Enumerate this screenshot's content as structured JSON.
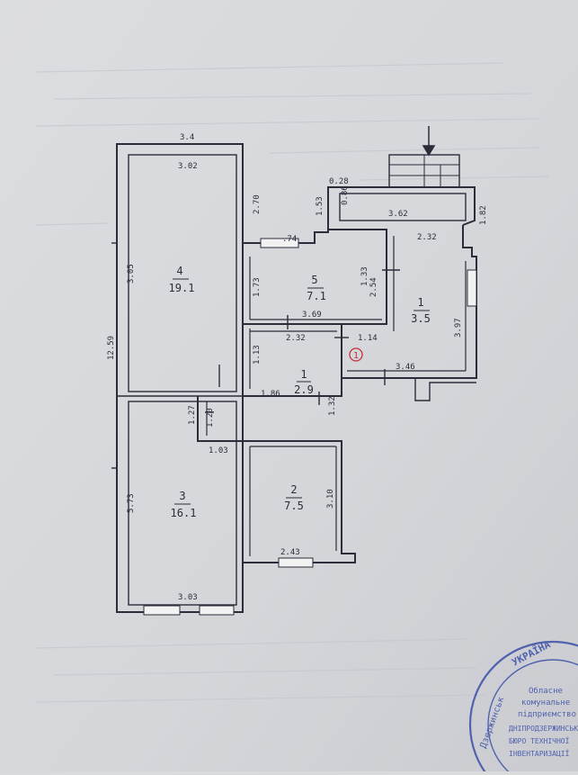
{
  "plan": {
    "rooms": [
      {
        "id": "r4",
        "number": "4",
        "area": "19.1"
      },
      {
        "id": "r5",
        "number": "5",
        "area": "7.1"
      },
      {
        "id": "r1big",
        "number": "1",
        "area": "3.5"
      },
      {
        "id": "r1hall",
        "number": "1",
        "area": "2.9"
      },
      {
        "id": "r3",
        "number": "3",
        "area": "16.1"
      },
      {
        "id": "r2",
        "number": "2",
        "area": "7.5"
      }
    ],
    "dimensions": {
      "top_outer": "3.4",
      "top_inner": "3.02",
      "left_total": "12.59",
      "r4_height": "3.05",
      "r4_right_top": "2.70",
      "r3_bottom": "3.03",
      "r3_height": "5.73",
      "r5_top": ".74",
      "r5_left": "1.73",
      "r5_width": "3.69",
      "r5_right": "1.33",
      "r5_right2": "2.54",
      "hall_width": "2.32",
      "hall_left": "1.13",
      "hall_bottom": "1.86",
      "hall_right": "1.32",
      "corr_small": "1.20",
      "corr_small2": "1.27",
      "corr_width": "1.03",
      "r2_width": "2.43",
      "r2_height": "3.10",
      "balcony_width": "3.62",
      "balcony_left_h": "1.53",
      "balcony_top": "0.28",
      "balcony_small": "0.86",
      "balcony_right": "1.82",
      "r1_top": "2.32",
      "r1_height": "3.97",
      "r1_bottom": "3.46",
      "r1_small": "1.14"
    },
    "marker": "1"
  },
  "stamp": {
    "text_top": "УКРАЇНА",
    "text_ring": "Дзержинськ",
    "line1": "Обласне",
    "line2": "комунальне",
    "line3": "підприємство",
    "line4": "ДНІПРОДЗЕРЖИНСЬКЕ",
    "line5": "БЮРО ТЕХНІЧНОЇ",
    "line6": "ІНВЕНТАРИЗАЦІЇ"
  },
  "colors": {
    "ink": "#2a2d3a",
    "paper": "#d9dadc",
    "stamp": "#3b4fa8",
    "marker": "#c0303a"
  }
}
